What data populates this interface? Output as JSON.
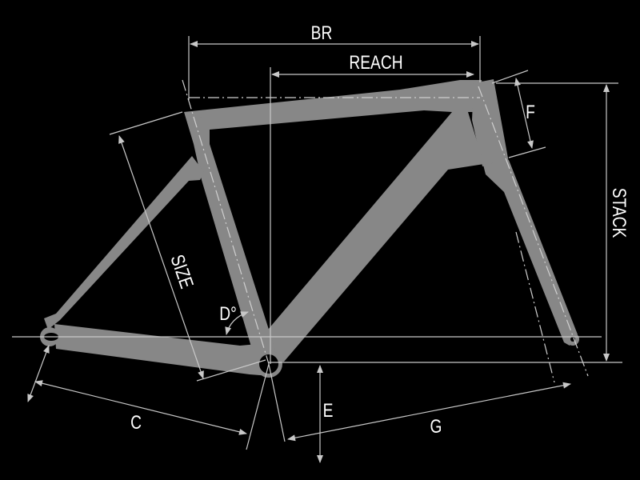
{
  "labels": {
    "br": "BR",
    "reach": "REACH",
    "f": "F",
    "stack": "STACK",
    "size": "SIZE",
    "d": "D°",
    "c": "C",
    "e": "E",
    "g": "G"
  },
  "colors": {
    "background": "#000000",
    "frame": "#878787",
    "lines": "#c8c8c8",
    "text": "#ffffff"
  }
}
